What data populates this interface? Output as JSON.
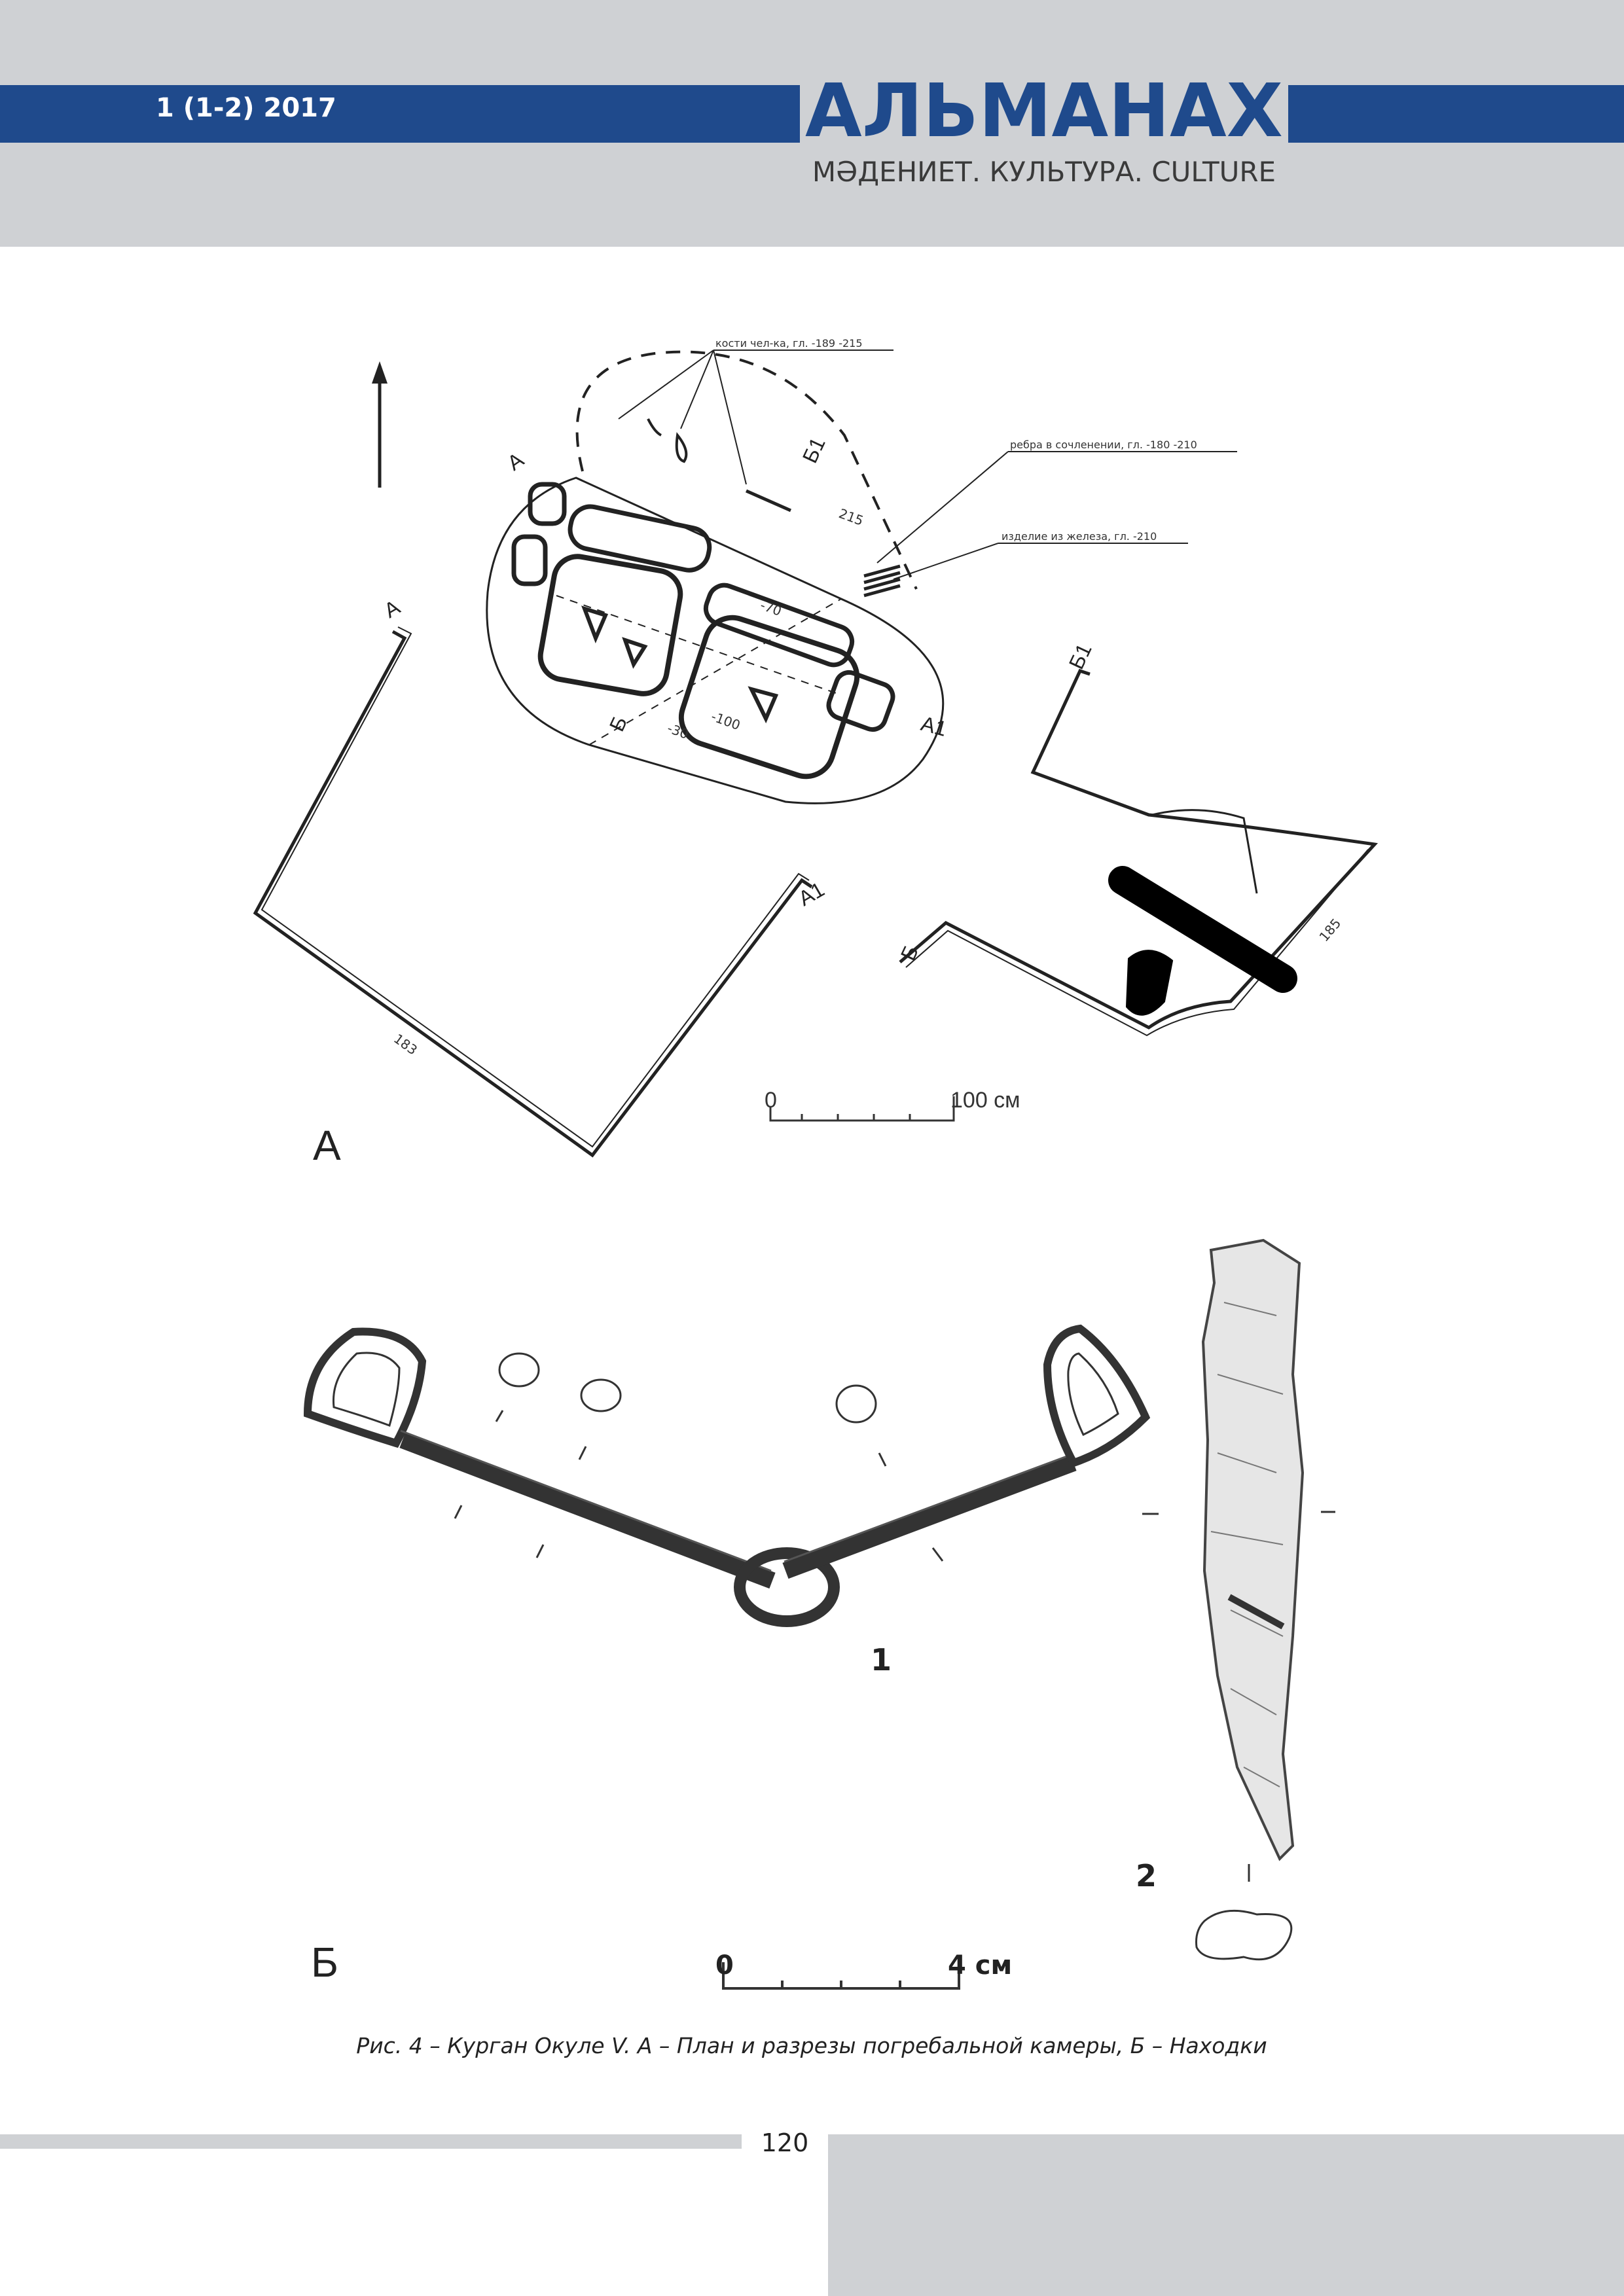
{
  "header": {
    "issue": "1 (1-2) 2017",
    "title": "АЛЬМАНАХ",
    "subtitle": "МӘДЕНИЕТ. КУЛЬТУРА. CULTURE",
    "brand_color": "#1f4a8c",
    "band_color": "#cfd1d4"
  },
  "figure": {
    "panel_a": {
      "label": "А",
      "section_marks": {
        "a": "А",
        "a1": "А1",
        "b": "Б",
        "b1": "Б1",
        "a_plan": "А",
        "a1_plan": "А1",
        "b_plan": "Б",
        "b1_plan": "Б1"
      },
      "annotations": {
        "bones": "кости чел-ка, гл. -189 -215",
        "ribs": "ребра в сочленении, гл. -180 -210",
        "iron": "изделие из железа, гл. -210"
      },
      "depths": {
        "d215": "215",
        "d70": "-70",
        "d100": "-100",
        "d30": "-30",
        "d183": "183",
        "d185": "185"
      },
      "scale": {
        "start": "0",
        "end": "100 см"
      }
    },
    "panel_b": {
      "label": "Б",
      "item1": "1",
      "item2": "2",
      "scale": {
        "start": "0",
        "end": "4 см"
      }
    }
  },
  "caption": "Рис. 4 – Курган Окуле V. А – План и разрезы погребальной камеры, Б – Находки",
  "page_number": "120"
}
